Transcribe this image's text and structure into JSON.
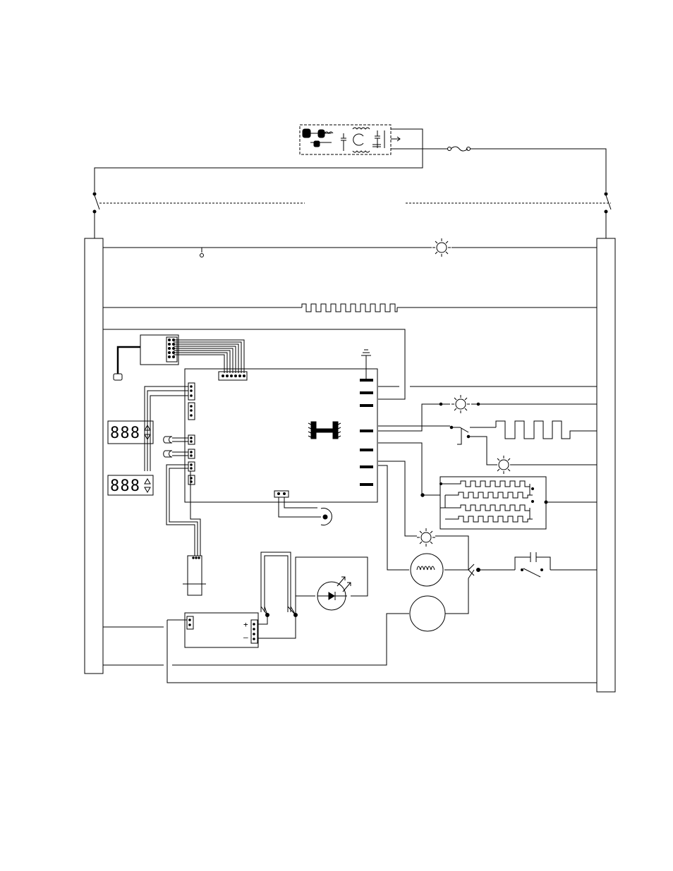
{
  "diagram": {
    "type": "electrical wiring schematic",
    "stroke_color": "#000000",
    "background_color": "#ffffff"
  },
  "displays": {
    "upper": {
      "digits": "888",
      "up_icon": "triangle-up-icon",
      "down_icon": "triangle-down-icon"
    },
    "lower": {
      "digits": "888",
      "up_icon": "triangle-up-icon",
      "down_icon": "triangle-down-icon"
    }
  },
  "power_supply": {
    "plus_label": "+",
    "minus_label": "–"
  }
}
